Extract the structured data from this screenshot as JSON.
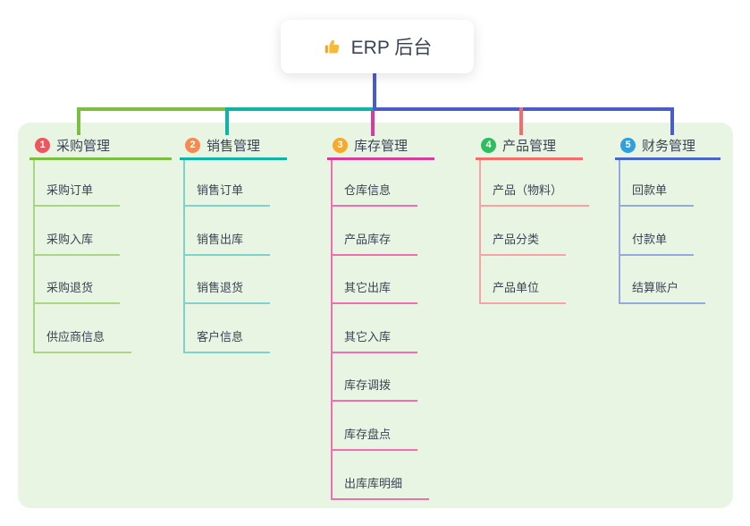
{
  "title": {
    "icon": "thumbs-up",
    "text": "ERP 后台"
  },
  "colors": {
    "canvas_bg": "#ffffff",
    "panel_bg": "#e8f5e3",
    "root_line": "#4a5ccc",
    "text_dark": "#3c4454",
    "badge_text": "#ffffff"
  },
  "branches": [
    {
      "index": "1",
      "label": "采购管理",
      "badge_color": "#f0545c",
      "line_color": "#7cbe3f",
      "child_color": "#a9d584",
      "children": [
        "采购订单",
        "采购入库",
        "采购退货",
        "供应商信息"
      ]
    },
    {
      "index": "2",
      "label": "销售管理",
      "badge_color": "#f88a4d",
      "line_color": "#0fb3a7",
      "child_color": "#7fd2ca",
      "children": [
        "销售订单",
        "销售出库",
        "销售退货",
        "客户信息"
      ]
    },
    {
      "index": "3",
      "label": "库存管理",
      "badge_color": "#f7a928",
      "line_color": "#d63c9e",
      "child_color": "#ef6fb0",
      "children": [
        "仓库信息",
        "产品库存",
        "其它出库",
        "其它入库",
        "库存调拨",
        "库存盘点",
        "出库库明细"
      ]
    },
    {
      "index": "4",
      "label": "产品管理",
      "badge_color": "#2ebd5f",
      "line_color": "#f56c6c",
      "child_color": "#f8a3a3",
      "children": [
        "产品（物料）",
        "产品分类",
        "产品单位"
      ]
    },
    {
      "index": "5",
      "label": "财务管理",
      "badge_color": "#2f9fe0",
      "line_color": "#4a66c9",
      "child_color": "#93aadd",
      "children": [
        "回款单",
        "付款单",
        "结算账户"
      ]
    }
  ]
}
